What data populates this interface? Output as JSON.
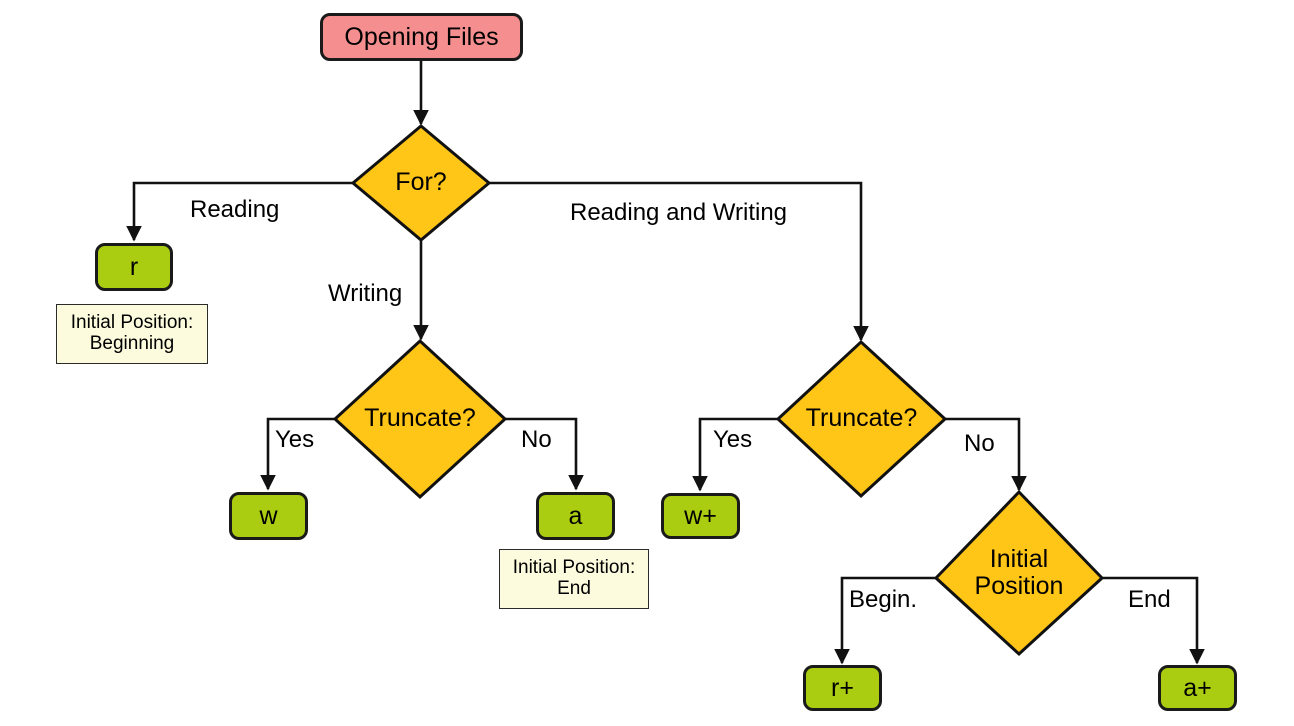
{
  "diagram": {
    "title": "Opening Files",
    "type": "flowchart",
    "colors": {
      "terminal_fill": "#f58f8f",
      "decision_fill": "#ffc517",
      "mode_fill": "#aacc11",
      "note_fill": "#fcfbdd",
      "stroke": "#1a1a1a",
      "background": "#ffffff"
    },
    "nodes": {
      "start": {
        "label": "Opening Files",
        "shape": "rounded-rect",
        "kind": "terminal"
      },
      "for": {
        "label": "For?",
        "shape": "diamond",
        "kind": "decision"
      },
      "truncate_write": {
        "label": "Truncate?",
        "shape": "diamond",
        "kind": "decision"
      },
      "truncate_rw": {
        "label": "Truncate?",
        "shape": "diamond",
        "kind": "decision"
      },
      "initial_position": {
        "line1": "Initial",
        "line2": "Position",
        "shape": "diamond",
        "kind": "decision"
      },
      "mode_r": {
        "label": "r",
        "shape": "rounded-rect",
        "kind": "mode"
      },
      "mode_w": {
        "label": "w",
        "shape": "rounded-rect",
        "kind": "mode"
      },
      "mode_a": {
        "label": "a",
        "shape": "rounded-rect",
        "kind": "mode"
      },
      "mode_wplus": {
        "label": "w+",
        "shape": "rounded-rect",
        "kind": "mode"
      },
      "mode_rplus": {
        "label": "r+",
        "shape": "rounded-rect",
        "kind": "mode"
      },
      "mode_aplus": {
        "label": "a+",
        "shape": "rounded-rect",
        "kind": "mode"
      }
    },
    "notes": {
      "note_r": {
        "line1": "Initial Position:",
        "line2": "Beginning"
      },
      "note_a": {
        "line1": "Initial Position:",
        "line2": "End"
      }
    },
    "edge_labels": {
      "reading": "Reading",
      "writing": "Writing",
      "reading_and_writing": "Reading and Writing",
      "trunc_write_yes": "Yes",
      "trunc_write_no": "No",
      "trunc_rw_yes": "Yes",
      "trunc_rw_no": "No",
      "pos_begin": "Begin.",
      "pos_end": "End"
    }
  }
}
